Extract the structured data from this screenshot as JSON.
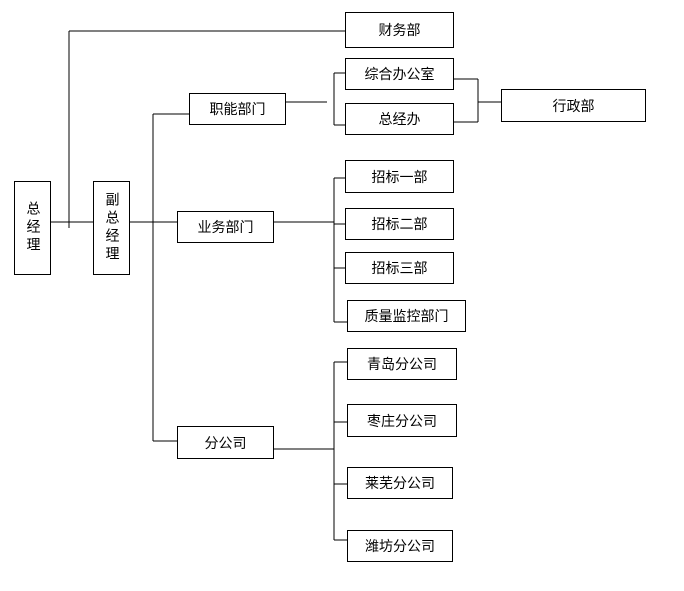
{
  "nodes": {
    "general_manager": "总经理",
    "deputy_general_manager": "副总经理",
    "finance_dept": "财务部",
    "functional_depts": "职能部门",
    "general_office": "综合办公室",
    "gm_office": "总经办",
    "admin_dept": "行政部",
    "business_depts": "业务部门",
    "bidding_dept_1": "招标一部",
    "bidding_dept_2": "招标二部",
    "bidding_dept_3": "招标三部",
    "quality_supervision_dept": "质量监控部门",
    "branches": "分公司",
    "qingdao_branch": "青岛分公司",
    "zaozhuang_branch": "枣庄分公司",
    "laiwu_branch": "莱芜分公司",
    "weifang_branch": "潍坊分公司"
  }
}
